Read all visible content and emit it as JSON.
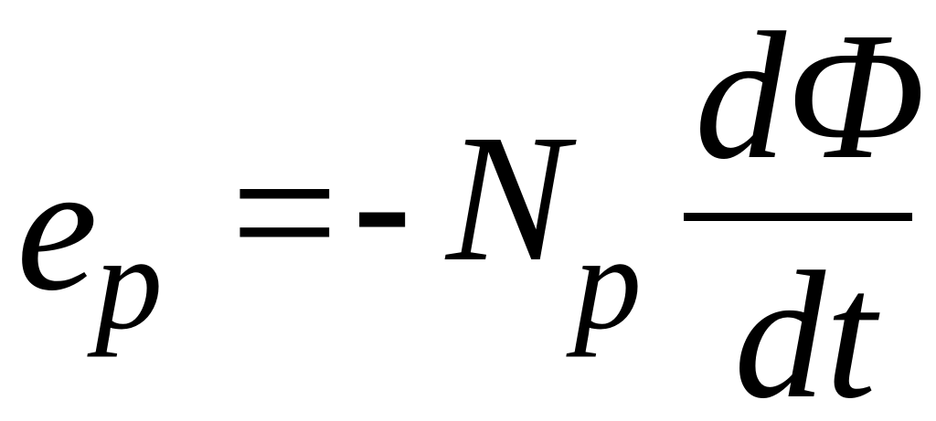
{
  "equation": {
    "lhs_symbol": "e",
    "lhs_subscript": "p",
    "equals_sign": "=",
    "minus_sign": "-",
    "coefficient_symbol": "N",
    "coefficient_subscript": "p",
    "numerator": "dΦ",
    "denominator": "dt"
  }
}
